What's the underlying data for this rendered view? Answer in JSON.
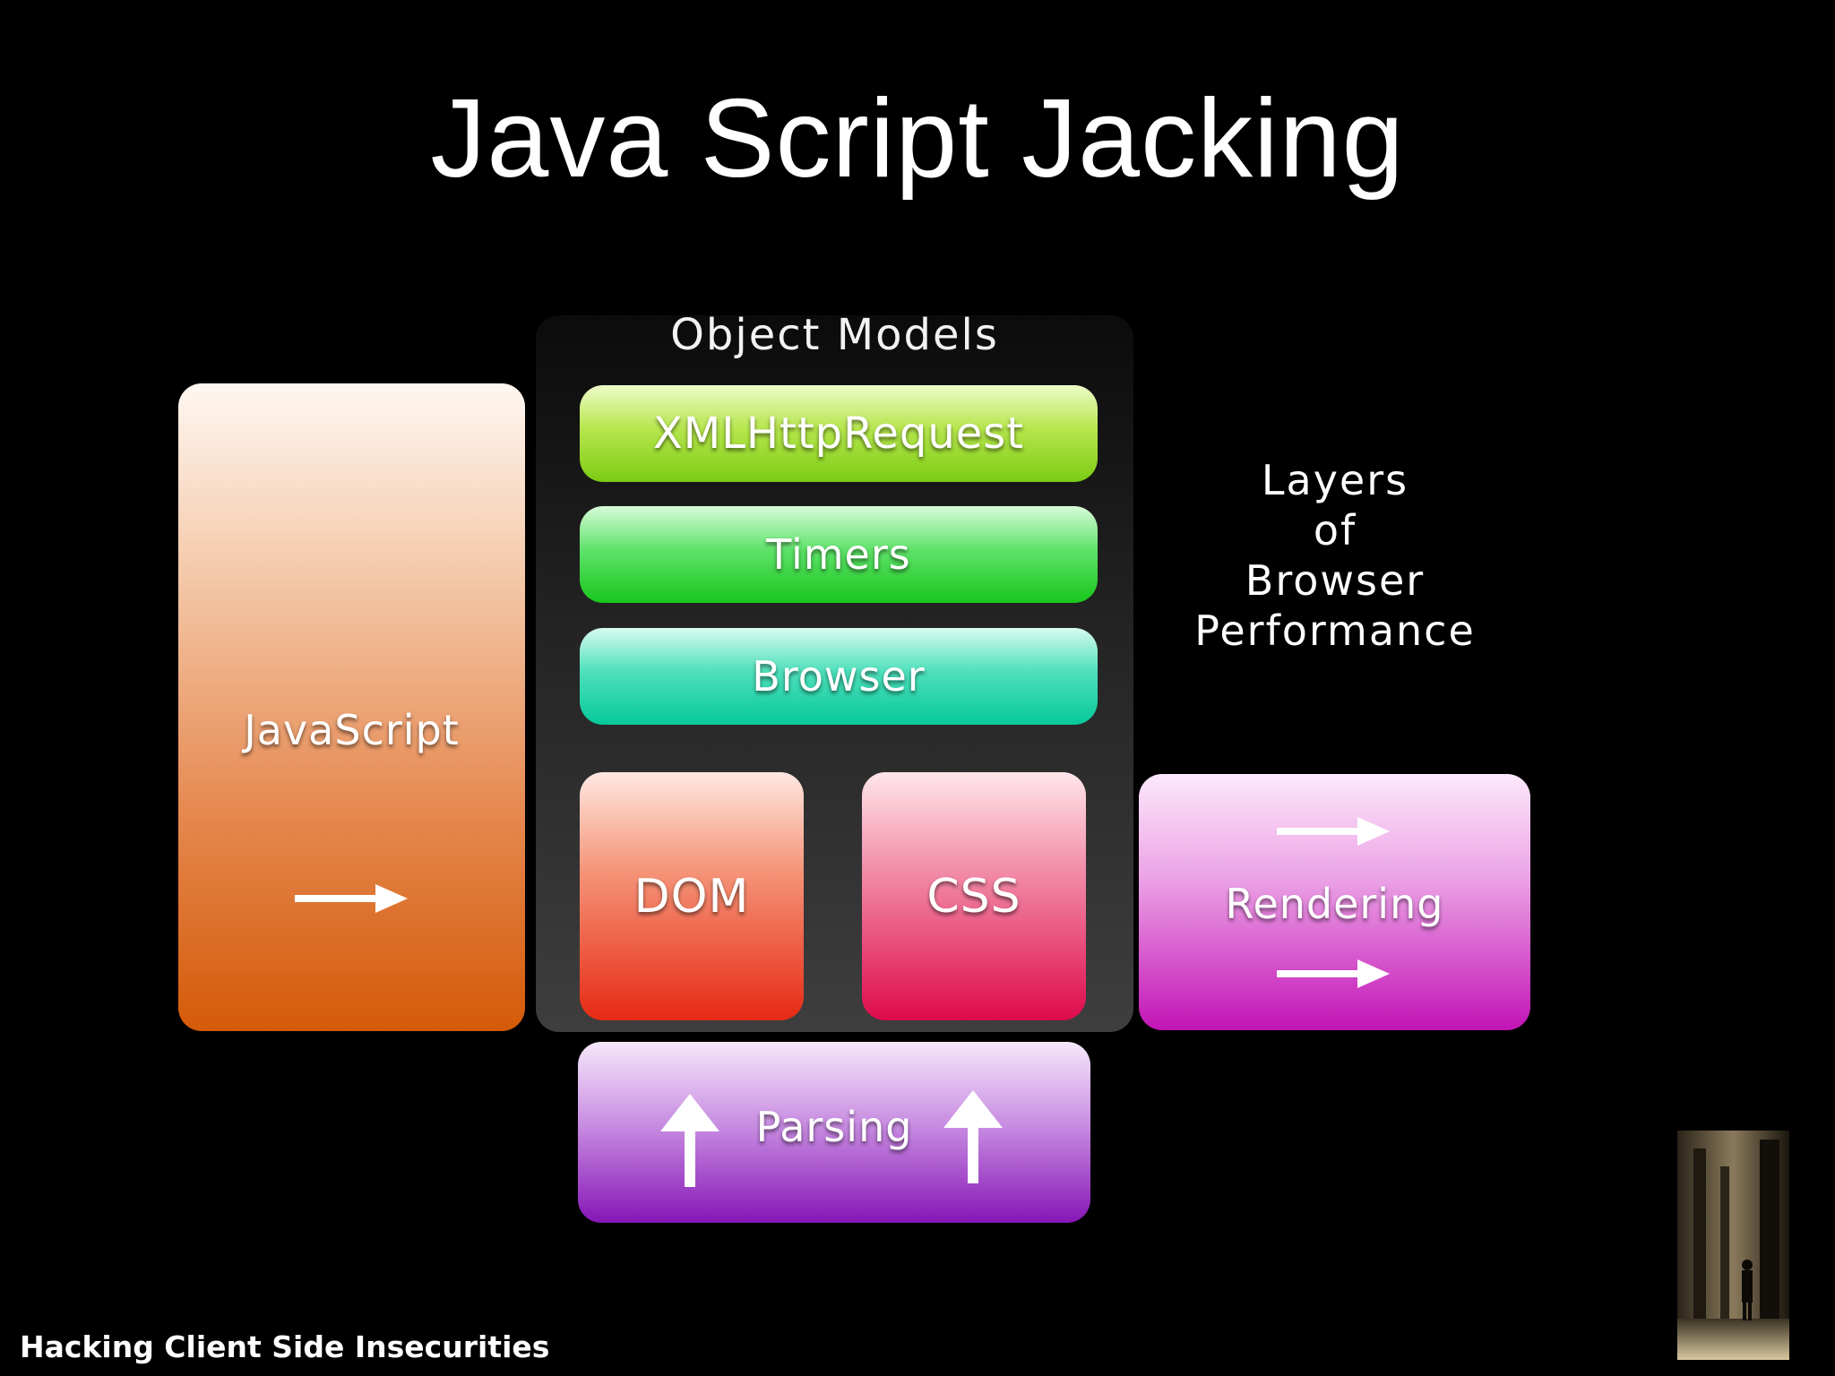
{
  "slide": {
    "title": "Java Script Jacking",
    "footer": "Hacking Client Side Insecurities"
  },
  "diagram": {
    "javascript_label": "JavaScript",
    "object_models_label": "Object Models",
    "xhr_label": "XMLHttpRequest",
    "timers_label": "Timers",
    "browser_label": "Browser",
    "dom_label": "DOM",
    "css_label": "CSS",
    "rendering_label": "Rendering",
    "parsing_label": "Parsing",
    "caption_lines": [
      "Layers",
      "of",
      "Browser",
      "Performance"
    ]
  }
}
